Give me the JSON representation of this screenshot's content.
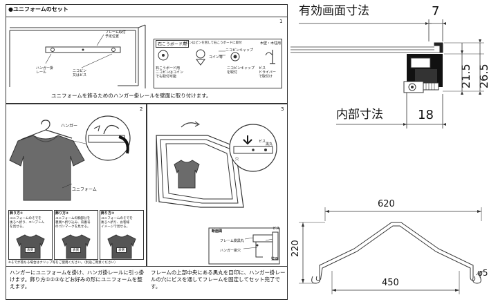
{
  "left": {
    "heading": "●ユニフォームのセット",
    "step1": {
      "num": "1",
      "label_frame": "フレーム取付\n予定位置",
      "label_rail": "ハンガー掛\nレール",
      "label_screw": "ニコピン\n又はビス",
      "box_board": "石こうボード用",
      "box_board_text": "石こうボード用\nニコピンはコイン\nでも取付可能",
      "box_pin": "※ピンはピンを回して石こうボードに取付",
      "box_coin": "コイン等",
      "box_cap": "ニコピンキャップ",
      "box_wood": "木壁・木柱用",
      "box_wood_text": "ビス\nドライバー\nで取付け",
      "box_cap_text": "ニコピンキャップ\nを取付",
      "caption": "ユニフォームを飾るためのハンガー掛レールを壁面に取り付けます。"
    },
    "step2": {
      "num": "2",
      "label_hanger": "ハンガー",
      "label_uniform": "ユニフォーム",
      "fold1_title": "飾り方①",
      "fold1_text": "ユニフォームのそでを\n後ろへ折り、エンブレム\nを見せる。",
      "fold2_title": "飾り方②",
      "fold2_text": "ユニフォームの胸部分を\n裏側へ折り込み、背番号\nのゴンマークを見せる。",
      "fold3_title": "飾り方③",
      "fold3_text": "ユニフォームのそでを\n後ろへ折り、お客様\nイメージで見せる。",
      "badge": "表側",
      "note": "※そでが落ちる場合はクリップ等をご使用ください。（別途ご用意ください）",
      "caption": "ハンガーにユニフォームを掛け、ハンガ掛レールに引っ掛けます。飾り方①②③などお好みの形にユニフォームを整えます。"
    },
    "step3": {
      "num": "3",
      "label_hole": "穴",
      "label_screw": "ビス",
      "label_rivet": "黒丸",
      "section_title": "断面図",
      "section_frame": "フレーム側黒丸",
      "section_hole": "ハンガー掛穴",
      "section_screw": "ビス",
      "section_wall": "壁面",
      "caption": "フレームの上部中央にある黒丸を目印に、ハンガー掛レールの穴にビスを通してフレームを固定してセット完了です。"
    }
  },
  "right": {
    "section": {
      "label_effective": "有効画面寸法",
      "label_inner": "内部寸法",
      "dim_7": "7",
      "dim_215": "21.5",
      "dim_265": "26.5",
      "dim_18": "18"
    },
    "hanger": {
      "dim_620": "620",
      "dim_220": "220",
      "dim_450": "450",
      "dim_phi5": "φ5"
    }
  },
  "colors": {
    "line": "#333333",
    "shirt": "#6b6b6b",
    "shirt_dark": "#555555"
  }
}
